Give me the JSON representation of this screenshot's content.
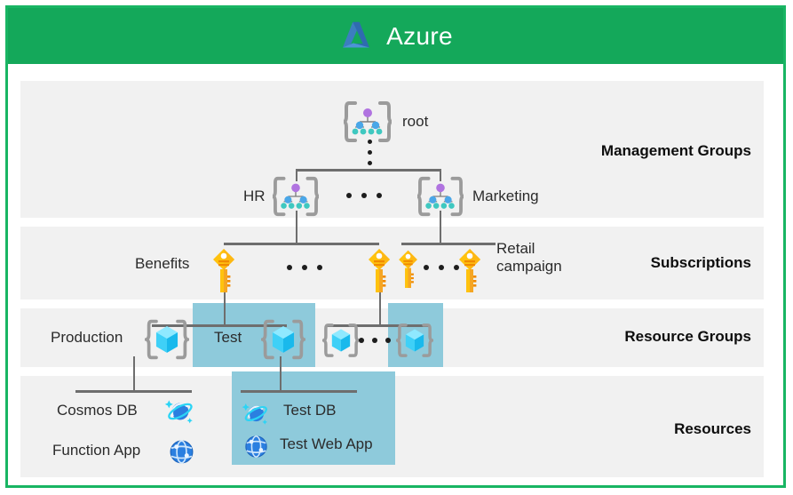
{
  "header": {
    "title": "Azure",
    "logo_icon": "azure-logo-icon",
    "background_color": "#14a85a",
    "text_color": "#ffffff"
  },
  "colors": {
    "border": "#18b563",
    "row_background": "#f1f1f1",
    "highlight": "#8ecadb",
    "connector": "#6e6e6e",
    "key_yellow": "#ffc20e",
    "key_orange": "#f5a623",
    "cube_cyan": "#32c5f4",
    "label_text": "#2b2b2b"
  },
  "tiers": [
    {
      "id": "management-groups",
      "label": "Management Groups",
      "nodes": [
        {
          "id": "root",
          "label": "root",
          "icon": "management-group-icon",
          "highlighted": false
        },
        {
          "id": "hr",
          "label": "HR",
          "icon": "management-group-icon",
          "highlighted": false
        },
        {
          "id": "marketing",
          "label": "Marketing",
          "icon": "management-group-icon",
          "highlighted": false
        }
      ],
      "ellipsis_count": 3,
      "vertical_ellipsis_count": 3
    },
    {
      "id": "subscriptions",
      "label": "Subscriptions",
      "nodes": [
        {
          "id": "benefits",
          "label": "Benefits",
          "icon": "key-icon",
          "highlighted": false
        },
        {
          "id": "sub-2",
          "label": "",
          "icon": "key-icon",
          "highlighted": false
        },
        {
          "id": "sub-3",
          "label": "",
          "icon": "key-icon",
          "highlighted": false
        },
        {
          "id": "retail-campaign",
          "label": "Retail campaign",
          "icon": "key-icon",
          "highlighted": false
        }
      ],
      "ellipsis_count": 3
    },
    {
      "id": "resource-groups",
      "label": "Resource Groups",
      "nodes": [
        {
          "id": "production",
          "label": "Production",
          "icon": "resource-group-icon",
          "highlighted": false
        },
        {
          "id": "test",
          "label": "Test",
          "icon": "resource-group-icon",
          "highlighted": true
        },
        {
          "id": "rg-3",
          "label": "",
          "icon": "resource-group-icon",
          "highlighted": false
        },
        {
          "id": "rg-4",
          "label": "",
          "icon": "resource-group-icon",
          "highlighted": true
        }
      ],
      "ellipsis_count": 3
    },
    {
      "id": "resources",
      "label": "Resources",
      "nodes": [
        {
          "id": "cosmos-db",
          "label": "Cosmos DB",
          "icon": "cosmos-db-icon",
          "highlighted": false
        },
        {
          "id": "function-app",
          "label": "Function App",
          "icon": "function-app-icon",
          "highlighted": false
        },
        {
          "id": "test-db",
          "label": "Test DB",
          "icon": "cosmos-db-icon",
          "highlighted": true
        },
        {
          "id": "test-web-app",
          "label": "Test Web App",
          "icon": "function-app-icon",
          "highlighted": true
        }
      ]
    }
  ]
}
